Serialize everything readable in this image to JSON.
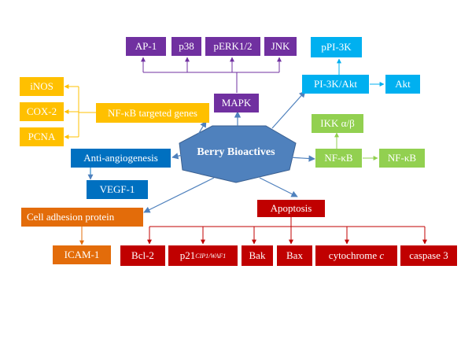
{
  "colors": {
    "purple": "#7030a0",
    "yellow": "#ffc000",
    "blue": "#0070c0",
    "sky": "#00b0f0",
    "green": "#92d050",
    "orange": "#e36c0a",
    "red": "#c00000",
    "hub_fill": "#4f81bd",
    "arrow_blue": "#4f81bd"
  },
  "hub": {
    "label": "Berry Bioactives"
  },
  "mapk": {
    "label": "MAPK",
    "targets": [
      "AP-1",
      "p38",
      "pERK1/2",
      "JNK"
    ]
  },
  "pi3k": {
    "label": "PI-3K/Akt",
    "up": "pPI-3K",
    "right": "Akt"
  },
  "nfkb_genes": {
    "label": "NF-κB targeted genes",
    "targets": [
      "iNOS",
      "COX-2",
      "PCNA"
    ]
  },
  "nfkb": {
    "label": "NF-κB",
    "up": "IKK α/β",
    "right": "NF-κB"
  },
  "angiogenesis": {
    "label": "Anti-angiogenesis",
    "child": "VEGF-1"
  },
  "adhesion": {
    "label": "Cell adhesion protein",
    "child": "ICAM-1"
  },
  "apoptosis": {
    "label": "Apoptosis",
    "bcl2": "Bcl-2",
    "p21": {
      "base": "p21",
      "sup": "CIP1/WAF1"
    },
    "bak": "Bak",
    "bax": "Bax",
    "cytc": {
      "base": "cytochrome ",
      "italic": "c"
    },
    "caspase": "caspase 3"
  }
}
